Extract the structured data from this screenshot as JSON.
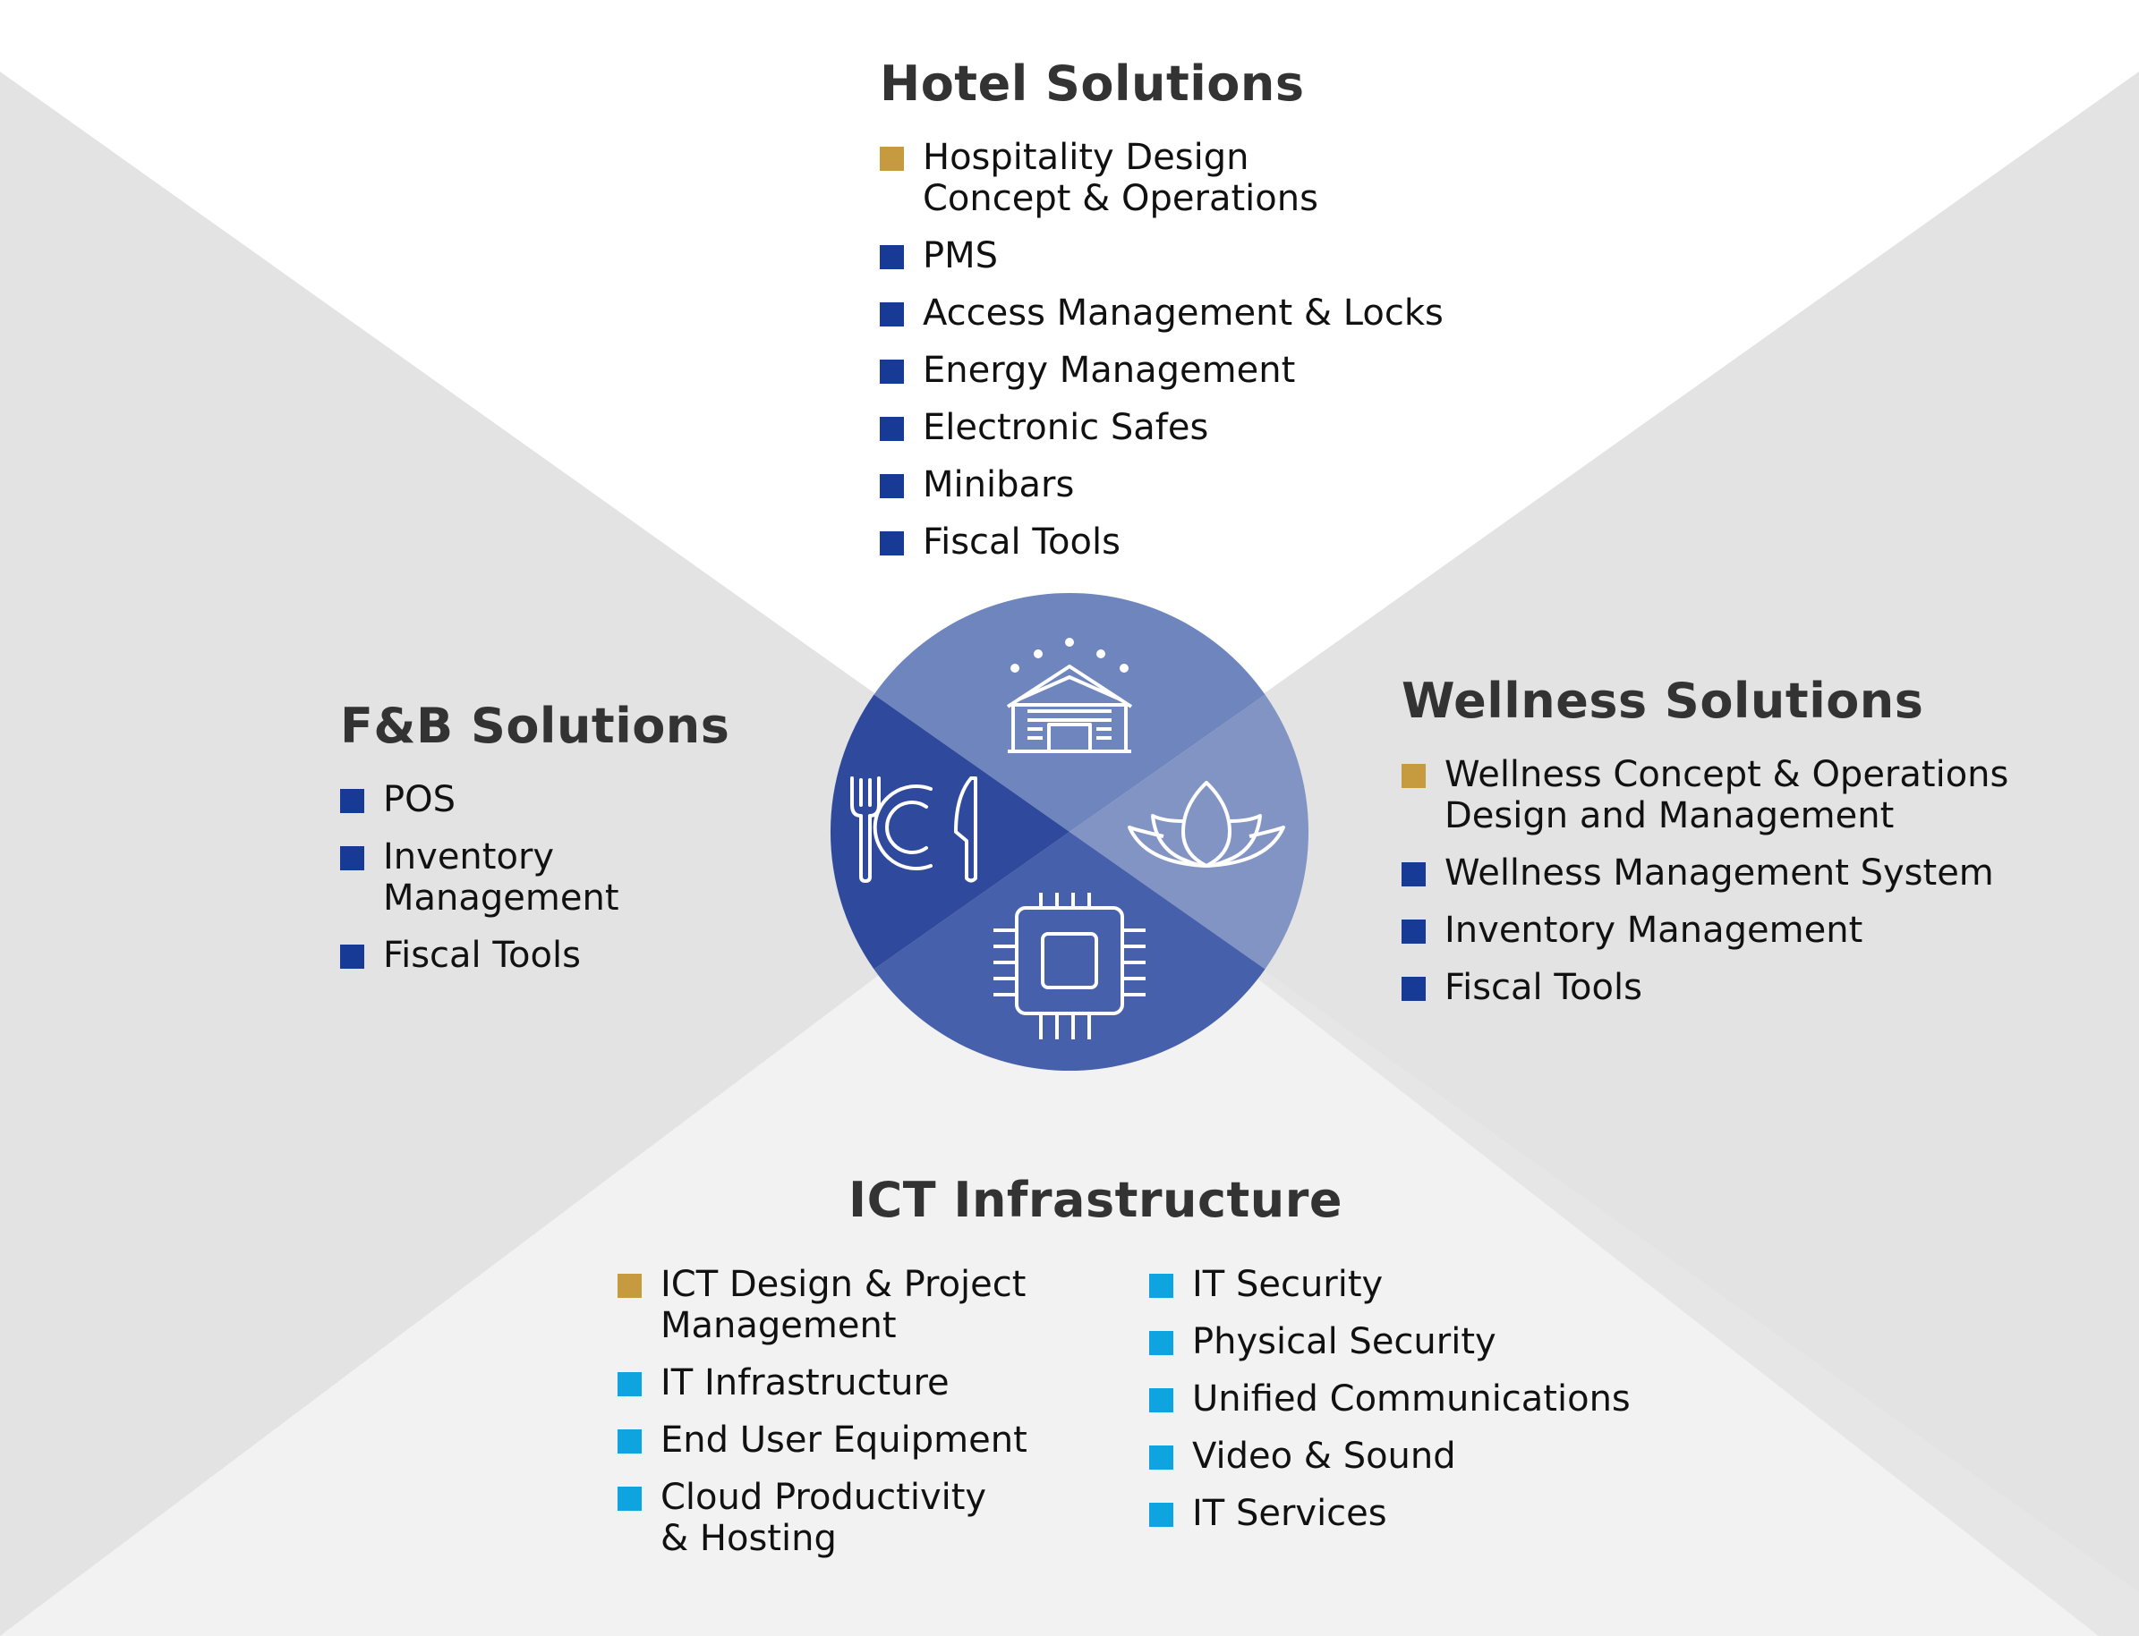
{
  "colors": {
    "gold": "#C69A3E",
    "navy": "#173A96",
    "cyan": "#0EA4DF",
    "background_gray": "#E3E3E4",
    "background_light": "#F2F2F2",
    "wheel_top": "#6E85BD",
    "wheel_left": "#2F4A9C",
    "wheel_bottom": "#4660AB",
    "wheel_right": "#8294C3"
  },
  "hotel": {
    "title": "Hotel Solutions",
    "items": [
      {
        "label": "Hospitality Design\nConcept & Operations",
        "color": "gold"
      },
      {
        "label": "PMS",
        "color": "navy"
      },
      {
        "label": "Access Management & Locks",
        "color": "navy"
      },
      {
        "label": "Energy Management",
        "color": "navy"
      },
      {
        "label": "Electronic Safes",
        "color": "navy"
      },
      {
        "label": "Minibars",
        "color": "navy"
      },
      {
        "label": "Fiscal Tools",
        "color": "navy"
      }
    ]
  },
  "fb": {
    "title": "F&B Solutions",
    "items": [
      {
        "label": "POS",
        "color": "navy"
      },
      {
        "label": "Inventory\nManagement",
        "color": "navy"
      },
      {
        "label": "Fiscal Tools",
        "color": "navy"
      }
    ]
  },
  "wellness": {
    "title": "Wellness Solutions",
    "items": [
      {
        "label": "Wellness Concept & Operations\nDesign and Management",
        "color": "gold"
      },
      {
        "label": "Wellness Management System",
        "color": "navy"
      },
      {
        "label": "Inventory Management",
        "color": "navy"
      },
      {
        "label": "Fiscal Tools",
        "color": "navy"
      }
    ]
  },
  "ict": {
    "title": "ICT Infrastructure",
    "col1": [
      {
        "label": "ICT Design & Project\nManagement",
        "color": "gold"
      },
      {
        "label": "IT Infrastructure",
        "color": "cyan"
      },
      {
        "label": "End User Equipment",
        "color": "cyan"
      },
      {
        "label": "Cloud Productivity\n& Hosting",
        "color": "cyan"
      }
    ],
    "col2": [
      {
        "label": "IT Security",
        "color": "cyan"
      },
      {
        "label": "Physical Security",
        "color": "cyan"
      },
      {
        "label": "Unified Communications",
        "color": "cyan"
      },
      {
        "label": "Video & Sound",
        "color": "cyan"
      },
      {
        "label": "IT Services",
        "color": "cyan"
      }
    ]
  },
  "wheel": {
    "icons": [
      "hotel-icon",
      "dining-icon",
      "lotus-icon",
      "chip-icon"
    ]
  }
}
